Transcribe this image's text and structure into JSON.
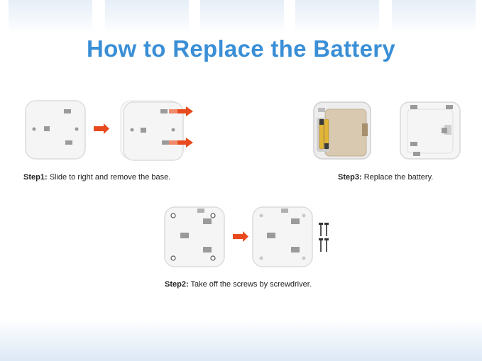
{
  "title": "How to Replace the Battery",
  "colors": {
    "title": "#3a8fd6",
    "arrow": "#e8491d",
    "plate": "#f4f4f4",
    "plate_edge": "#d9d9d9",
    "battery_holder": "#d8c9b0",
    "battery": "#e2b437"
  },
  "steps": [
    {
      "label": "Step1:",
      "text": "Slide to right and remove the base."
    },
    {
      "label": "Step2:",
      "text": "Take off the screws by screwdriver."
    },
    {
      "label": "Step3:",
      "text": "Replace the battery."
    }
  ]
}
